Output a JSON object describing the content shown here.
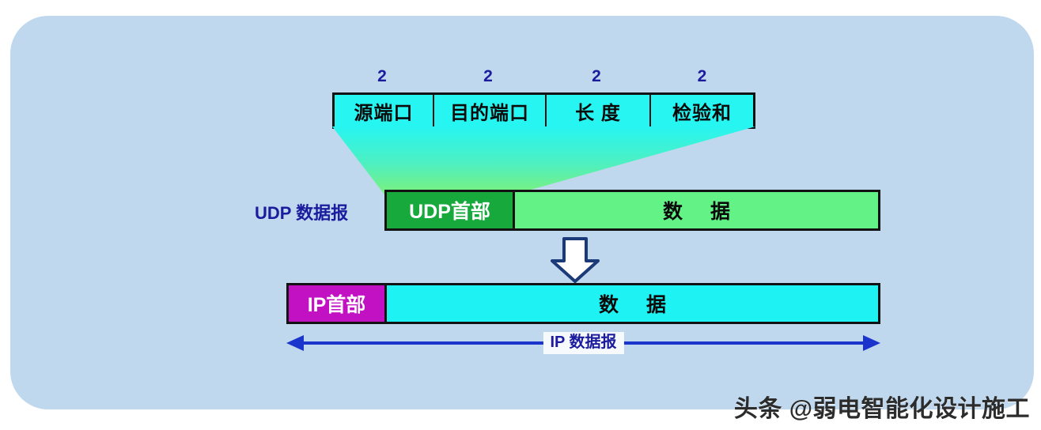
{
  "panel": {
    "background_color": "#bfd8ee"
  },
  "header_fields": {
    "size_unit_note": "2",
    "cells": [
      {
        "label": "源端口",
        "size": "2"
      },
      {
        "label": "目的端口",
        "size": "2"
      },
      {
        "label": "长 度",
        "size": "2"
      },
      {
        "label": "检验和",
        "size": "2"
      }
    ],
    "fill_color": "#27f5f2",
    "size_text_color": "#1b1b9e"
  },
  "udp_row": {
    "row_label": "UDP 数据报",
    "header_label": "UDP首部",
    "data_label": "数 据",
    "header_color": "#17a93c",
    "data_color": "#62f285",
    "label_color": "#1b1b9e"
  },
  "ip_row": {
    "header_label": "IP首部",
    "data_label": "数 据",
    "header_color": "#c211c2",
    "data_color": "#1ff2f2"
  },
  "span_arrow": {
    "label": "IP 数据报",
    "color": "#1b35cc"
  },
  "watermark": {
    "text": "头条 @弱电智能化设计施工"
  }
}
